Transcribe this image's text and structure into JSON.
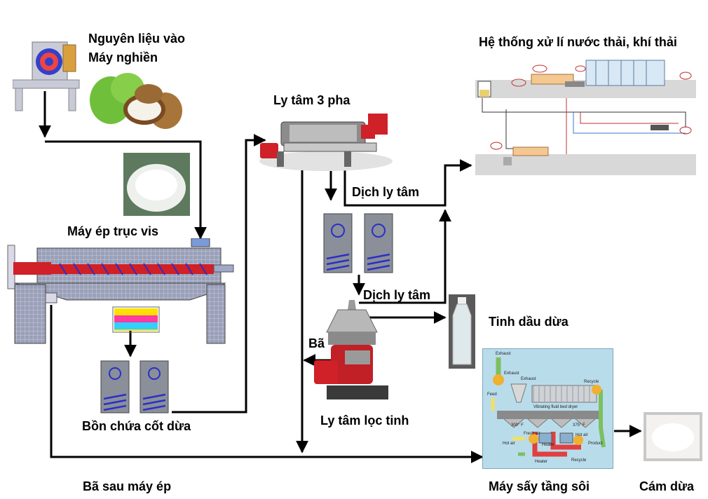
{
  "labels": {
    "raw_input": "Nguyên liệu vào",
    "grinder": "Máy nghiền",
    "decanter": "Ly tâm 3 pha",
    "wastewater": "Hệ thống xử lí nước thải, khí thải",
    "screw_press": "Máy ép trục vis",
    "centrate_1": "Dịch ly tâm",
    "centrate_2": "Dịch ly tâm",
    "coconut_oil": "Tinh dầu dừa",
    "residue": "Bã",
    "milk_tank": "Bồn chứa cốt dừa",
    "separator": "Ly tâm lọc tinh",
    "press_residue": "Bã sau máy ép",
    "dryer": "Máy sấy tầng sôi",
    "bran": "Cám dừa"
  },
  "dryer_panel": {
    "title": "Vibrating fluid bed dryer",
    "exhaust_1": "Exhaust",
    "exhaust_2": "Exhaust",
    "exhaust_3": "Exhaust",
    "feed": "Feed",
    "recycle_1": "Recycle",
    "recycle_2": "Recycle",
    "temp_1": "300° F",
    "temp_2": "375° F",
    "hot_air_1": "Hot air",
    "hot_air_2": "Hot air",
    "fresh_air": "Fresh air",
    "heater_1": "Heater",
    "heater_2": "Heater",
    "product": "Product"
  },
  "colors": {
    "arrow": "#000000",
    "machine_red": "#d0202a",
    "tank_gray": "#8a8f99",
    "coil_blue": "#2a2fc8",
    "dryer_bg": "#b9dceb",
    "process_pink": "#e8a0b0"
  }
}
